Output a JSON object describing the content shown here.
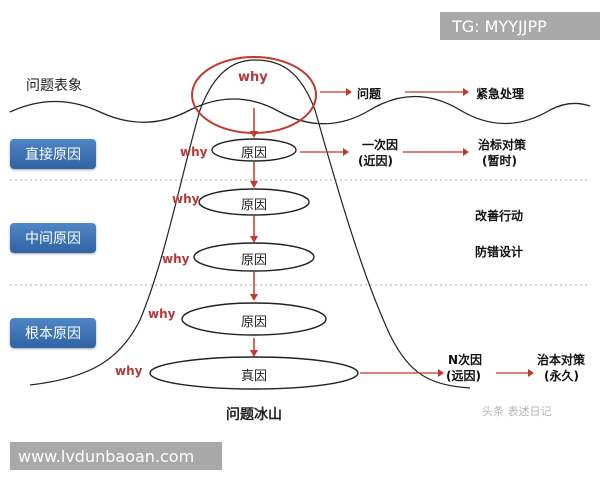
{
  "watermark_top": "TG: MYYJJPP",
  "watermark_bottom": "www.lvdunbaoan.com",
  "watermark_source": "头条 表述日记",
  "left_labels": {
    "surface": "问题表象",
    "direct": "直接原因",
    "middle": "中间原因",
    "root": "根本原因"
  },
  "why_label": "why",
  "cause_label": "原因",
  "true_cause_label": "真因",
  "mountain_caption": "问题冰山",
  "right": {
    "problem": "问题",
    "emergency": "紧急处理",
    "first_cause_line1": "一次因",
    "first_cause_line2": "(近因)",
    "temp_fix_line1": "治标对策",
    "temp_fix_line2": "(暂时)",
    "improve": "改善行动",
    "prevent": "防错设计",
    "n_cause_line1": "N次因",
    "n_cause_line2": "(远因)",
    "perm_fix_line1": "治本对策",
    "perm_fix_line2": "(永久)"
  },
  "colors": {
    "accent_red": "#c0392b",
    "button_blue": "#2f63a3"
  }
}
